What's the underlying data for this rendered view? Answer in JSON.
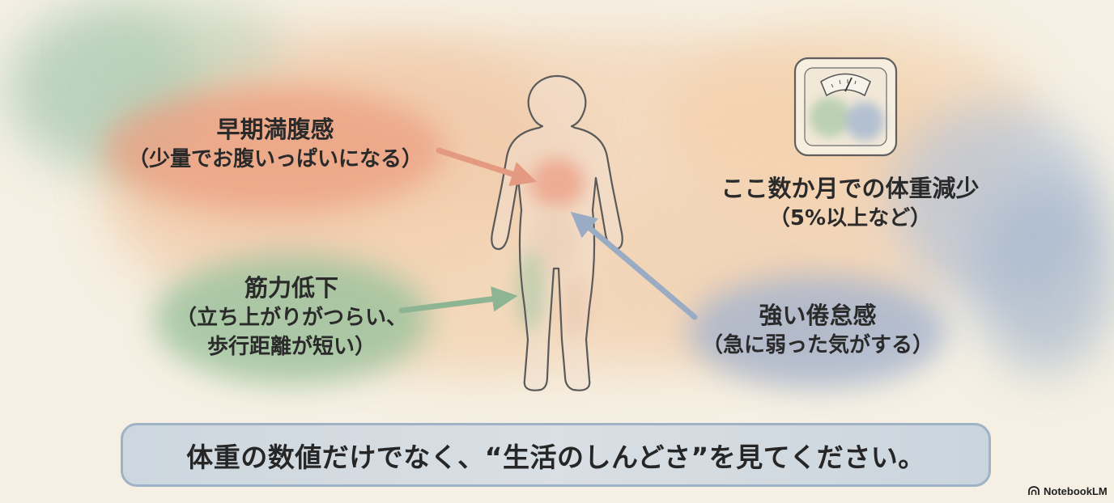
{
  "labels": {
    "early_satiety": {
      "title": "早期満腹感",
      "detail": "（少量でお腹いっぱいになる）"
    },
    "muscle_weakness": {
      "title": "筋力低下",
      "detail_line1": "（立ち上がりがつらい、",
      "detail_line2": "歩行距離が短い）"
    },
    "weight_loss": {
      "title": "ここ数か月での体重減少",
      "detail": "（5%以上など）"
    },
    "fatigue": {
      "title": "強い倦怠感",
      "detail": "（急に弱った気がする）"
    }
  },
  "banner": {
    "text": "体重の数値だけでなく、“生活のしんどさ”を見てください。"
  },
  "brand": {
    "name": "NotebookLM",
    "icon": "notebooklm-logo-icon"
  },
  "colors": {
    "background": "#f5f0e3",
    "outline": "#5a5a5a",
    "arrow_satiety": "#e39a80",
    "arrow_muscle": "#8db594",
    "arrow_fatigue": "#9aabc4",
    "banner_border": "#9fb2c6"
  }
}
